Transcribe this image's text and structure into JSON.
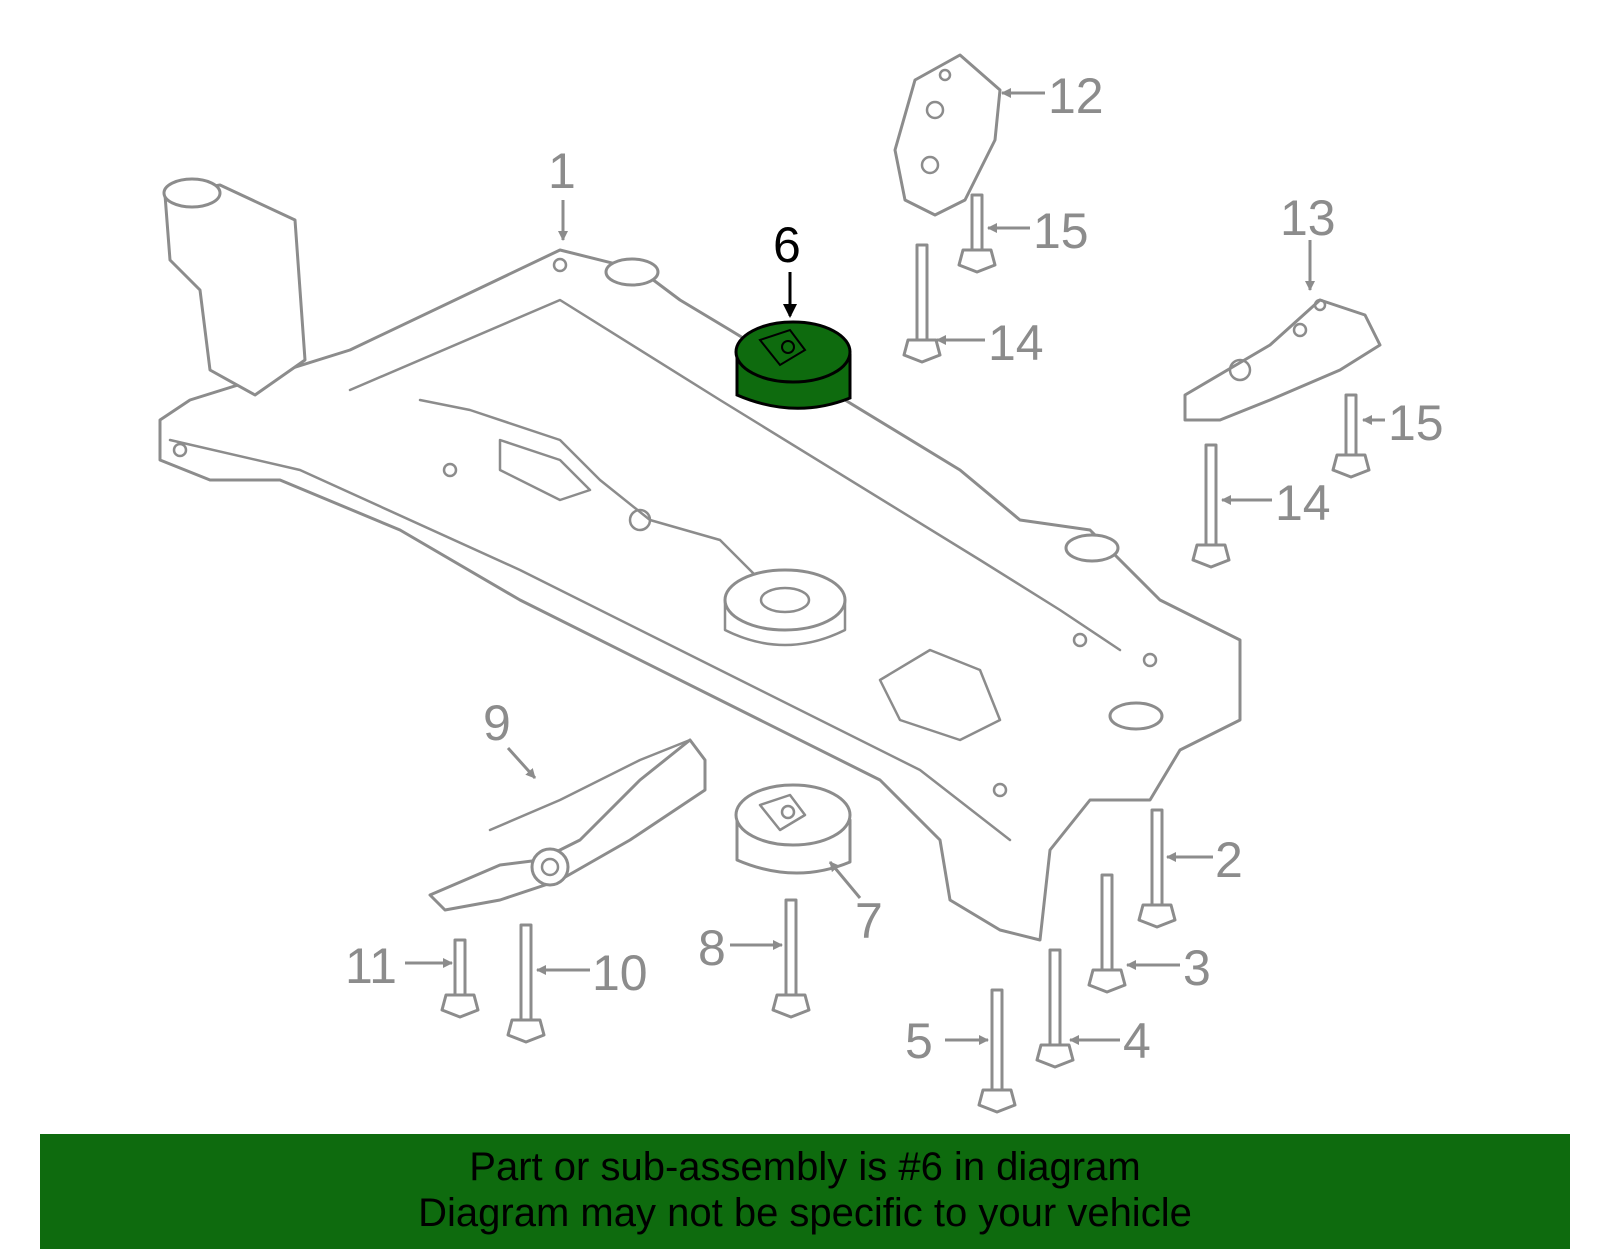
{
  "diagram": {
    "highlight_color": "#0e6b0e",
    "line_color": "#8c8c8c",
    "highlighted_part": "6",
    "callouts": [
      "1",
      "2",
      "3",
      "4",
      "5",
      "6",
      "7",
      "8",
      "9",
      "10",
      "11",
      "12",
      "13",
      "14",
      "14",
      "15",
      "15"
    ]
  },
  "banner": {
    "line1": "Part or sub-assembly is #6 in diagram",
    "line2": "Diagram may not be specific to your vehicle",
    "background": "#0e6b0e"
  }
}
